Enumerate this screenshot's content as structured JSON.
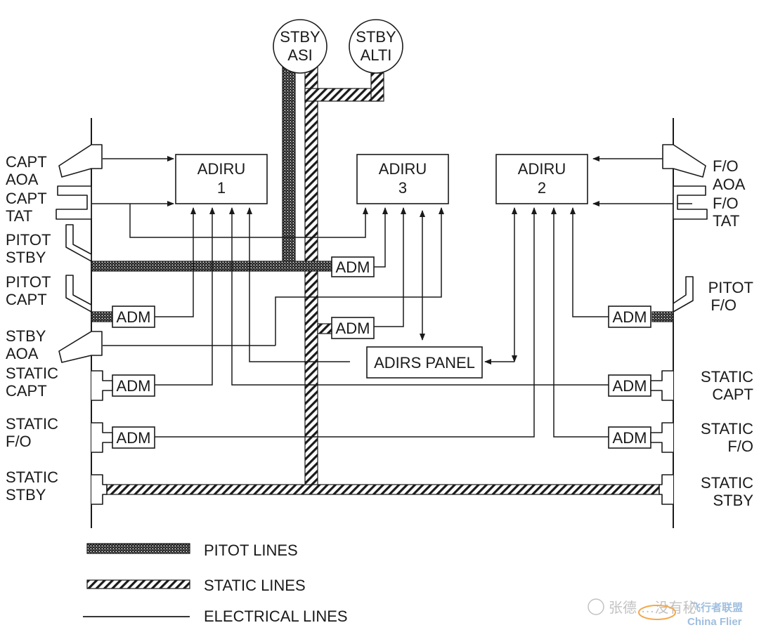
{
  "gauges": {
    "stby_asi": [
      "STBY",
      "ASI"
    ],
    "stby_alti": [
      "STBY",
      "ALTI"
    ]
  },
  "adiru": {
    "one": [
      "ADIRU",
      "1"
    ],
    "three": [
      "ADIRU",
      "3"
    ],
    "two": [
      "ADIRU",
      "2"
    ]
  },
  "panel": "ADIRS PANEL",
  "adm": "ADM",
  "left_labels": {
    "capt_aoa": [
      "CAPT",
      "AOA"
    ],
    "capt_tat": [
      "CAPT",
      "TAT"
    ],
    "pitot_stby": [
      "PITOT",
      "STBY"
    ],
    "pitot_capt": [
      "PITOT",
      "CAPT"
    ],
    "stby_aoa": [
      "STBY",
      "AOA"
    ],
    "static_capt": [
      "STATIC",
      "CAPT"
    ],
    "static_fo": [
      "STATIC",
      "F/O"
    ],
    "static_stby": [
      "STATIC",
      "STBY"
    ]
  },
  "right_labels": {
    "fo_aoa": [
      "F/O",
      "AOA"
    ],
    "fo_tat": [
      "F/O",
      "TAT"
    ],
    "pitot_fo": [
      "PITOT",
      "F/O"
    ],
    "static_capt": [
      "STATIC",
      "CAPT"
    ],
    "static_fo": [
      "STATIC",
      "F/O"
    ],
    "static_stby": [
      "STATIC",
      "STBY"
    ]
  },
  "legend": {
    "pitot": "PITOT LINES",
    "static": "STATIC LINES",
    "electrical": "ELECTRICAL LINES"
  },
  "watermark": {
    "text": "张德 …没有秘",
    "brand": "飞行者联盟",
    "brand_en": "China Flier"
  }
}
